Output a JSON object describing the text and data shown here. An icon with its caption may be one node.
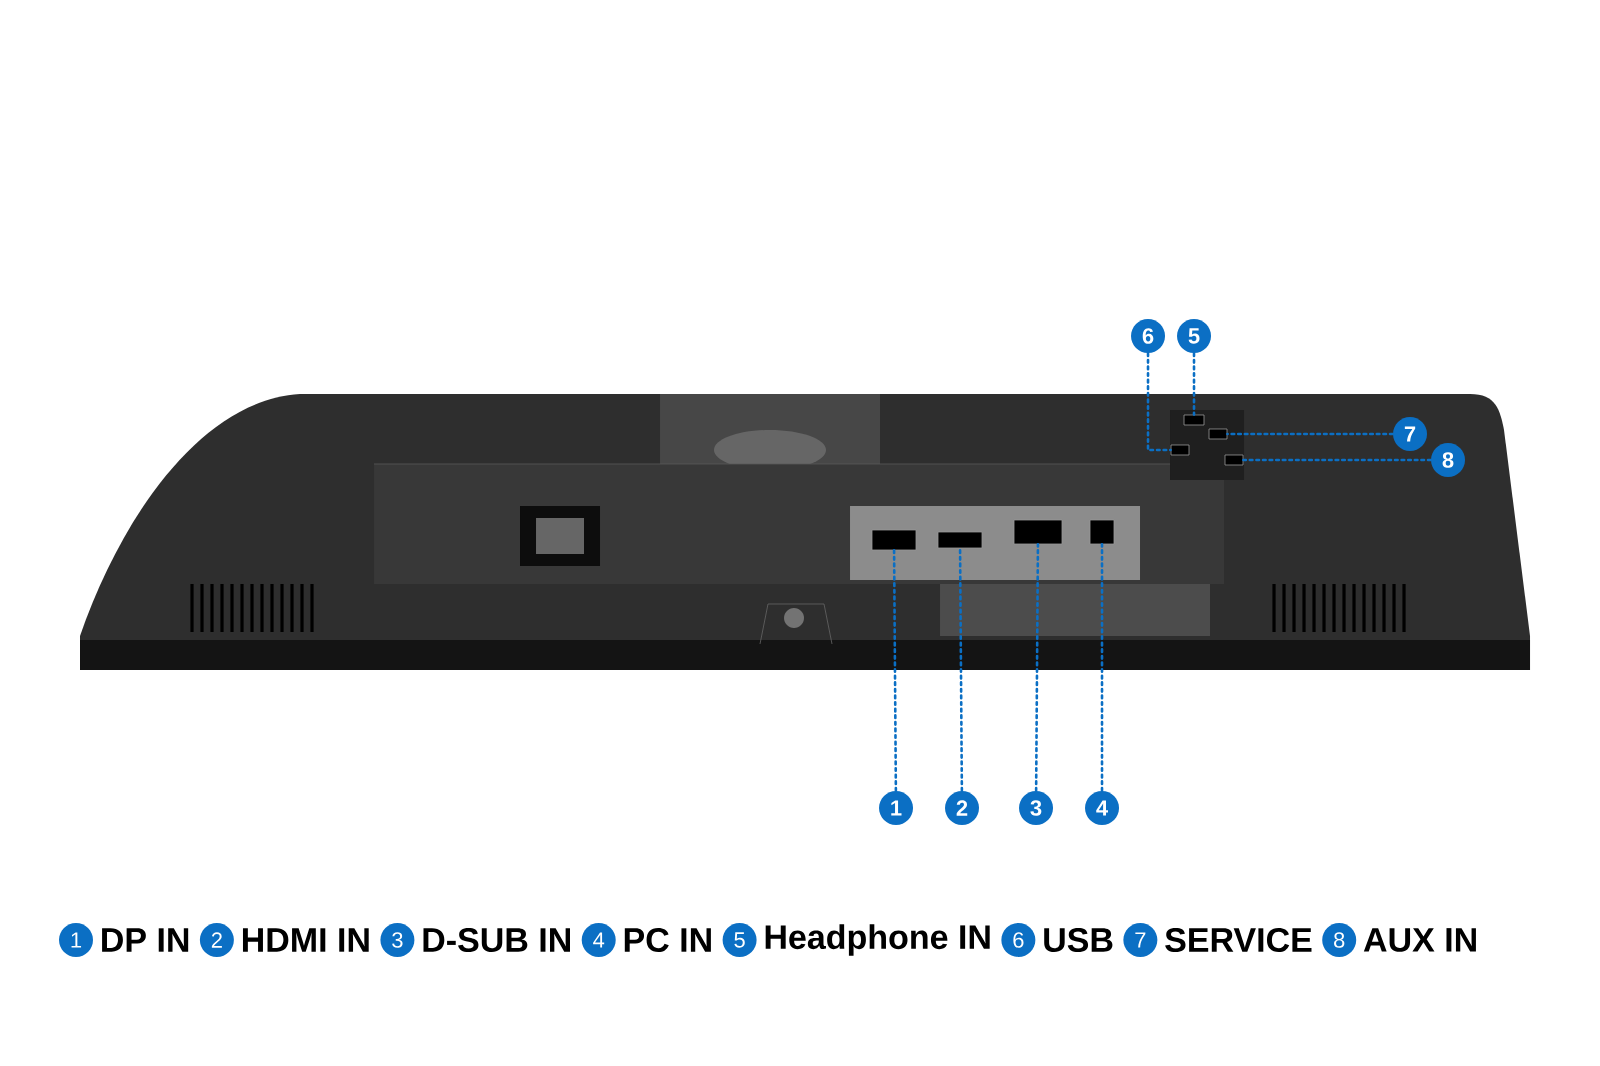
{
  "diagram": {
    "nodes": [
      {
        "text": [
          "6"
        ]
      },
      {
        "text": [
          "5"
        ]
      },
      {
        "text": [
          "7"
        ]
      },
      {
        "text": [
          "8"
        ]
      },
      {
        "text": [],
        "shape": "box"
      },
      {
        "text": [],
        "shape": "box"
      },
      {
        "text": [],
        "shape": "box"
      },
      {
        "text": [],
        "shape": "box"
      },
      {
        "text": [],
        "shape": "box"
      },
      {
        "text": [],
        "shape": "box"
      },
      {
        "text": [],
        "shape": "box"
      },
      {
        "text": [],
        "shape": "box"
      },
      {
        "text": [
          "1"
        ]
      },
      {
        "text": [
          "2"
        ]
      },
      {
        "text": [
          "3"
        ]
      },
      {
        "text": [
          "4"
        ]
      },
      {
        "text": [
          "1"
        ],
        "beside": [
          "DP IN"
        ]
      },
      {
        "text": [
          "2"
        ],
        "beside": [
          "HDMI IN"
        ]
      },
      {
        "text": [
          "3"
        ],
        "beside": [
          "D-SUB IN"
        ]
      },
      {
        "text": [
          "4"
        ],
        "beside": [
          "PC IN"
        ]
      },
      {
        "text": [
          "5"
        ],
        "beside": [
          "Headphone IN"
        ]
      },
      {
        "text": [
          "6"
        ],
        "beside": [
          "USB"
        ]
      },
      {
        "text": [
          "7"
        ],
        "beside": [
          "SERVICE"
        ]
      },
      {
        "text": [
          "8"
        ],
        "beside": [
          "AUX IN"
        ]
      }
    ],
    "edges": [
      {
        "from": 0,
        "to": 4,
        "arrow": "none",
        "style": "dashed"
      },
      {
        "from": 1,
        "to": 5,
        "arrow": "none",
        "style": "dashed"
      },
      {
        "from": 2,
        "to": 6,
        "arrow": "none",
        "style": "dashed"
      },
      {
        "from": 3,
        "to": 7,
        "arrow": "none",
        "style": "dashed"
      },
      {
        "from": 12,
        "to": 8,
        "arrow": "none",
        "style": "dashed"
      },
      {
        "from": 13,
        "to": 9,
        "arrow": "none",
        "style": "dashed"
      },
      {
        "from": 14,
        "to": 10,
        "arrow": "none",
        "style": "dashed"
      },
      {
        "from": 15,
        "to": 11,
        "arrow": "none",
        "style": "dashed"
      }
    ]
  }
}
